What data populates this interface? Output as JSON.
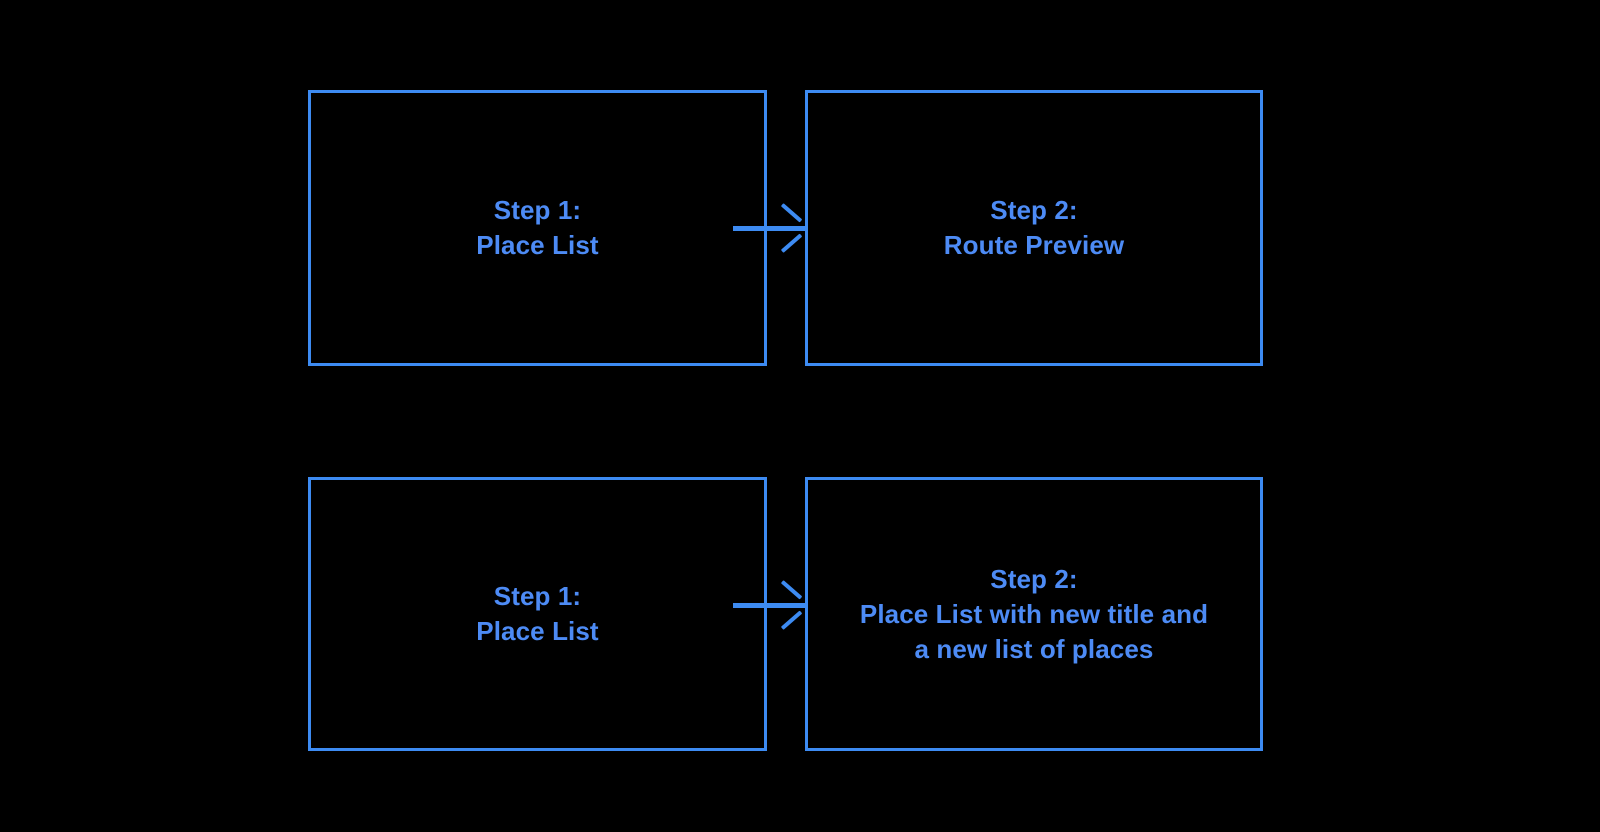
{
  "diagram": {
    "background_color": "#000000",
    "accent_color": "#3d8bf2",
    "text_color": "#4d8bf5",
    "rows": [
      {
        "id": "flow-row-0",
        "boxes": [
          {
            "id": "row0-box0",
            "label": "Step 1:\nPlace List"
          },
          {
            "id": "row0-box1",
            "label": "Step 2:\nRoute Preview"
          }
        ],
        "arrow": {
          "direction": "right",
          "icon": "arrow-right-icon"
        }
      },
      {
        "id": "flow-row-1",
        "boxes": [
          {
            "id": "row1-box0",
            "label": "Step 1:\nPlace List"
          },
          {
            "id": "row1-box1",
            "label": "Step 2:\nPlace List with new title and\na new list of places"
          }
        ],
        "arrow": {
          "direction": "right",
          "icon": "arrow-right-icon"
        }
      }
    ]
  }
}
